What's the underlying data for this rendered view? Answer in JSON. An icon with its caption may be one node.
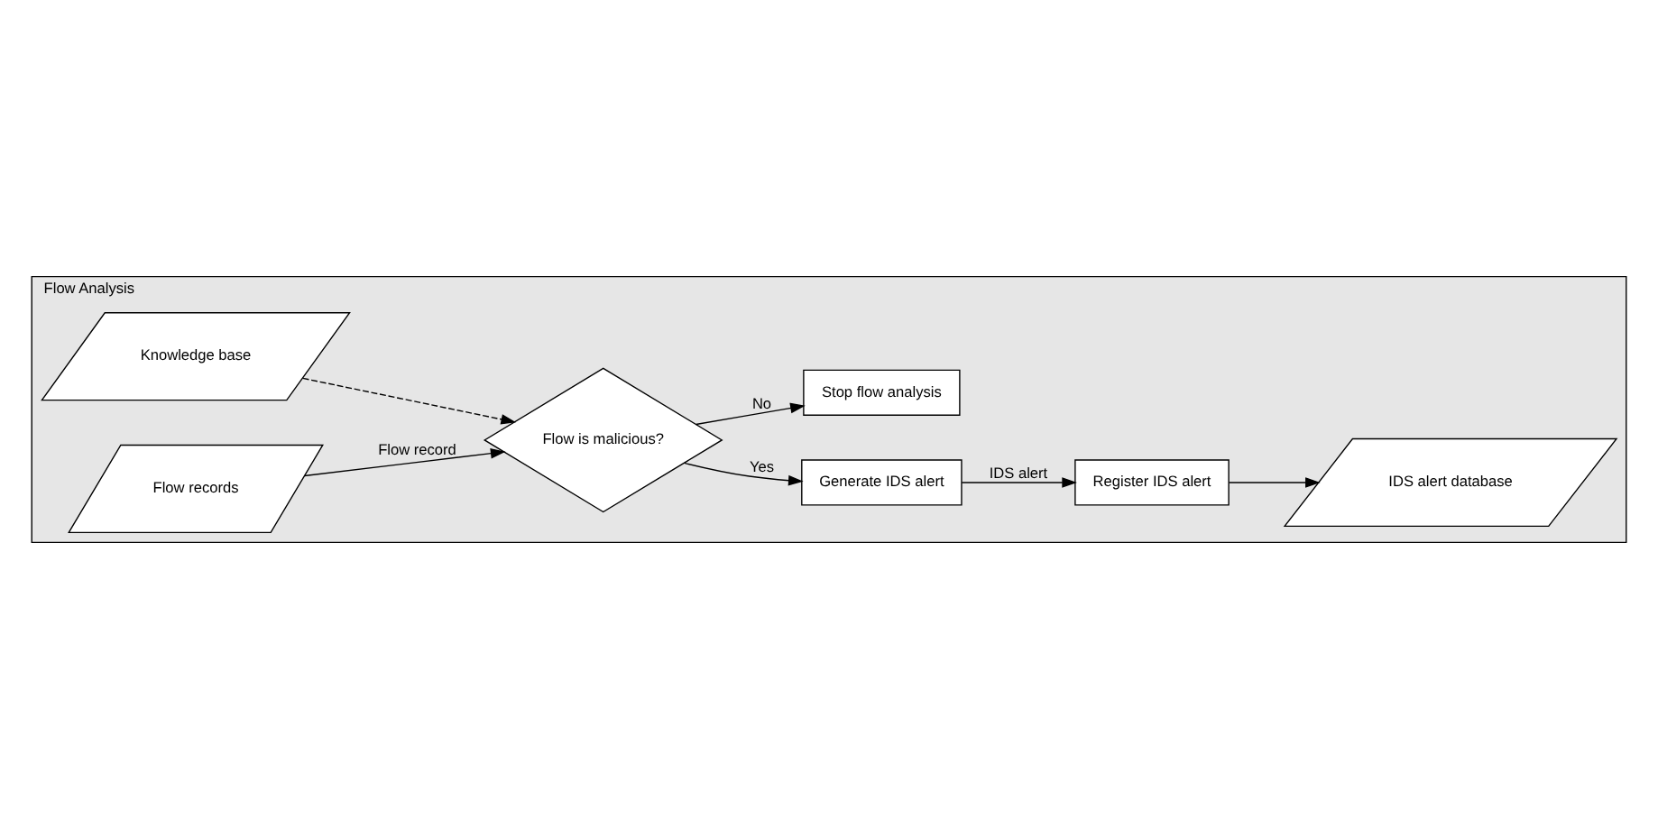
{
  "diagram": {
    "nodes": [
      {
        "text": [
          "Flow Analysis"
        ]
      },
      {
        "text": [
          "Knowledge base"
        ],
        "in": 0
      },
      {
        "text": [
          "IDS alert database"
        ],
        "in": 0
      },
      {
        "text": [
          "Flow records"
        ],
        "in": 0
      },
      {
        "text": [
          "Flow is malicious?"
        ],
        "in": 0
      },
      {
        "text": [
          "Generate IDS alert"
        ],
        "in": 0
      },
      {
        "text": [
          "Register IDS alert"
        ],
        "in": 0
      },
      {
        "text": [
          "Stop flow analysis"
        ],
        "in": 0
      }
    ],
    "edges": [
      {
        "from": 1,
        "to": 4,
        "arrow": "to",
        "style": "dashed"
      },
      {
        "from": 3,
        "to": 4,
        "arrow": "to",
        "label": "Flow record"
      },
      {
        "from": 4,
        "to": 5,
        "arrow": "to",
        "label": "Yes"
      },
      {
        "from": 5,
        "to": 6,
        "arrow": "to",
        "label": "IDS alert"
      },
      {
        "from": 6,
        "to": 2,
        "arrow": "to"
      },
      {
        "from": 4,
        "to": 7,
        "arrow": "to",
        "label": "No"
      }
    ]
  }
}
